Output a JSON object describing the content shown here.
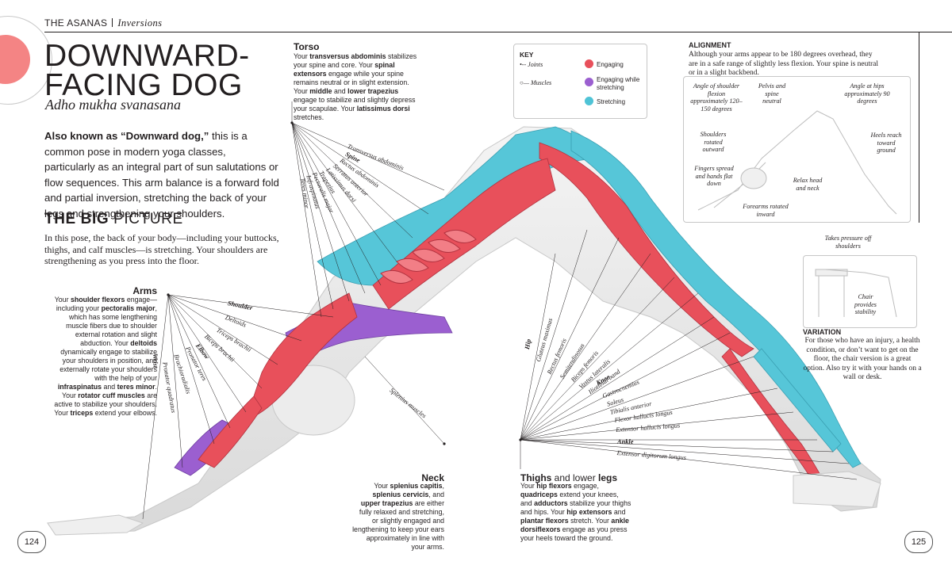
{
  "header": {
    "section": "THE ASANAS",
    "subsection": "Inversions"
  },
  "title": {
    "line1": "DOWNWARD-",
    "line2": "FACING DOG",
    "sanskrit": "Adho mukha svanasana"
  },
  "intro": {
    "bold": "Also known as “Downward dog,”",
    "rest": " this is a common pose in modern yoga classes, particularly as an integral part of sun salutations or flow sequences. This arm balance is a forward fold and partial inversion, stretching the back of your legs and strengthening your shoulders."
  },
  "big_picture": {
    "heading_bold": "THE BIG",
    "heading_rest": " PICTURE",
    "text": "In this pose, the back of your body—including your buttocks, thighs, and calf muscles—is stretching. Your shoulders are strengthening as you press into the floor."
  },
  "key": {
    "title": "KEY",
    "joints": "Joints",
    "muscles": "Muscles",
    "items": [
      {
        "label": "Engaging",
        "color": "#e8505b"
      },
      {
        "label": "Engaging while stretching",
        "color": "#9b5fd0"
      },
      {
        "label": "Stretching",
        "color": "#4fc3d6"
      }
    ]
  },
  "arms": {
    "heading": "Arms",
    "t1": "Your ",
    "b1": "shoulder flexors",
    "t2": " engage—including your ",
    "b2": "pectoralis major",
    "t3": ", which has some lengthening muscle fibers due to shoulder external rotation and slight abduction. Your ",
    "b3": "deltoids",
    "t4": " dynamically engage to stabilize your shoulders in position, and externally rotate your shoulders with the help of your ",
    "b4": "infraspinatus",
    "t5": " and ",
    "b5": "teres minor",
    "t6": ". Your ",
    "b6": "rotator cuff muscles",
    "t7": " are active to stabilize your shoulders. Your ",
    "b7": "triceps",
    "t8": " extend your elbows."
  },
  "torso": {
    "heading": "Torso",
    "t1": "Your ",
    "b1": "transversus abdominis",
    "t2": " stabilizes your spine and core. Your ",
    "b2": "spinal extensors",
    "t3": " engage while your spine remains neutral or in slight extension. Your ",
    "b3": "middle",
    "t4": " and ",
    "b4": "lower trapezius",
    "t5": " engage to stabilize and slightly depress your scapulae. Your ",
    "b5": "latissimus dorsi",
    "t6": " stretches."
  },
  "neck": {
    "heading": "Neck",
    "t1": "Your ",
    "b1": "splenius capitis",
    "t2": ", ",
    "b2": "splenius cervicis",
    "t3": ", and ",
    "b3": "upper trapezius",
    "t4": " are either fully relaxed and stretching, or slightly engaged and lengthening to keep your ears approximately in line with your arms."
  },
  "thighs": {
    "heading_bold": "Thighs",
    "heading_rest": " and lower ",
    "heading_bold2": "legs",
    "t1": "Your ",
    "b1": "hip flexors",
    "t2": " engage, ",
    "b2": "quadriceps",
    "t3": " extend your knees, and ",
    "b3": "adductors",
    "t4": " stabilize your thighs and hips. Your ",
    "b4": "hip extensors",
    "t5": " and ",
    "b5": "plantar flexors",
    "t6": " stretch. Your ",
    "b6": "ankle dorsiflexors",
    "t7": " engage as you press your heels toward the ground."
  },
  "alignment": {
    "heading": "ALIGNMENT",
    "text": "Although your arms appear to be 180 degrees overhead, they are in a safe range of slightly less flexion. Your spine is neutral or in a slight backbend.",
    "annotations": {
      "shoulder_angle": "Angle of shoulder flexion approximately 120–150 degrees",
      "pelvis": "Pelvis and spine neutral",
      "hips_angle": "Angle at hips approximately 90 degrees",
      "shoulders_rotated": "Shoulders rotated outward",
      "heels": "Heels reach toward ground",
      "fingers": "Fingers spread and hands flat down",
      "head": "Relax head and neck",
      "forearms": "Forearms rotated inward"
    }
  },
  "variation": {
    "annotation_pressure": "Takes pressure off shoulders",
    "annotation_chair": "Chair provides stability",
    "heading": "VARIATION",
    "text": "For those who have an injury, a health condition, or don’t want to get on the floor, the chair version is a great option. Also try it with your hands on a wall or desk."
  },
  "labels": {
    "torso": [
      "Transversus abdominis",
      "Spine",
      "Rectus abdominis",
      "Serratus anterior",
      "Latissimus dorsi",
      "Trapezius",
      "Pectoralis major",
      "Infraspinatus",
      "Teres minor"
    ],
    "arms": [
      "Shoulder",
      "Deltoids",
      "Triceps brachii",
      "Biceps brachii",
      "Elbow",
      "Pronator teres",
      "Brachioradialis",
      "Pronator quadratus",
      "Wrist"
    ],
    "neck": [
      "Splenius muscles"
    ],
    "legs": [
      "Hip",
      "Gluteus maximus",
      "Rectus femoris",
      "Semitendinosus",
      "Biceps femoris",
      "Vastus lateralis",
      "Iliotibial band",
      "Knee",
      "Gastrocnemius",
      "Soleus",
      "Tibialis anterior",
      "Flexor hallucis longus",
      "Extensor hallucis longus",
      "Ankle",
      "Extensor digitorum longus"
    ]
  },
  "pages": {
    "left": "124",
    "right": "125"
  }
}
